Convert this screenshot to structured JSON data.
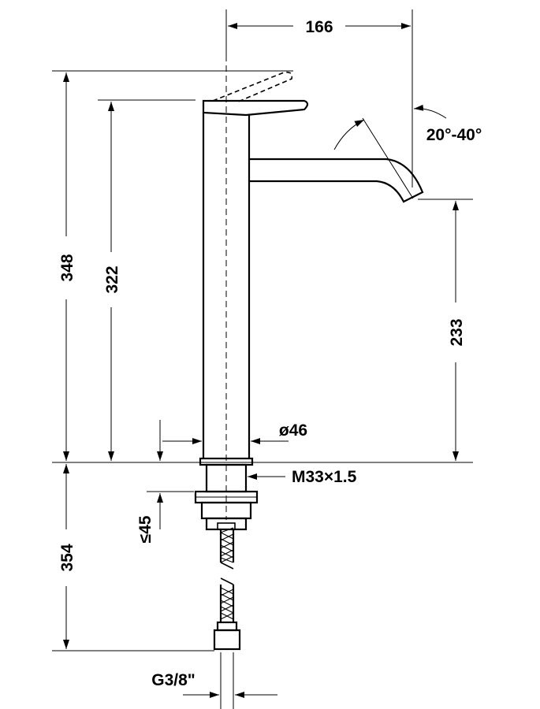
{
  "dimensions": {
    "spout_reach": "166",
    "aerator_angle": "20°-40°",
    "total_height": "348",
    "lever_height": "322",
    "spout_height": "233",
    "body_diameter": "ø46",
    "mounting_thread": "M33×1.5",
    "max_counter_thickness": "≤45",
    "hose_length": "354",
    "hose_connection": "G3/8\""
  },
  "colors": {
    "line": "#000000",
    "background": "#ffffff"
  }
}
